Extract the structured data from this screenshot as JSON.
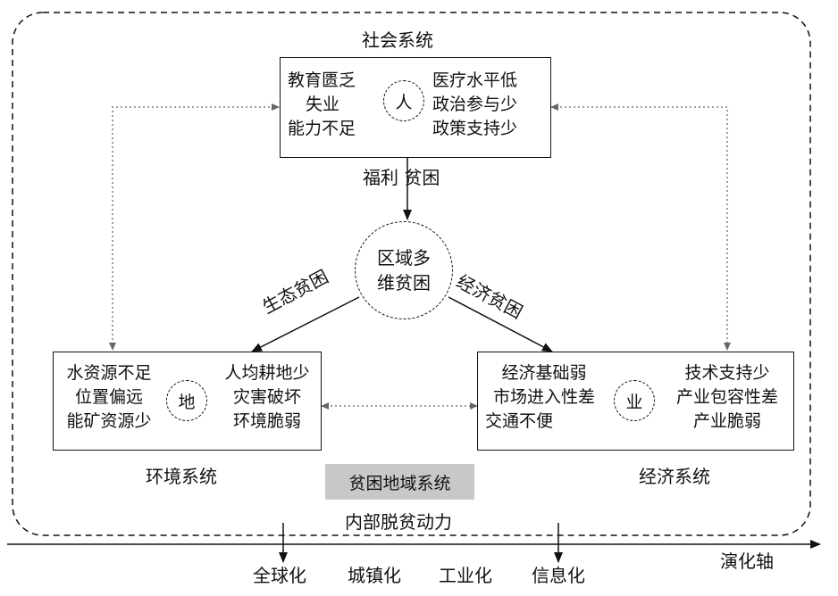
{
  "frame_label": "社会系统",
  "people": {
    "left": [
      "教育匮乏",
      "失业",
      "能力不足"
    ],
    "center": "人",
    "right": [
      "医疗水平低",
      "政治参与少",
      "政策支持少"
    ]
  },
  "welfare_poverty_parts": [
    "福利",
    "贫困"
  ],
  "hub": {
    "line1": "区域多",
    "line2": "维贫困"
  },
  "ecological_poverty": "生态贫困",
  "economic_poverty": "经济贫困",
  "land": {
    "left": [
      "水资源不足",
      "位置偏远",
      "能矿资源少"
    ],
    "center": "地",
    "right": [
      "人均耕地少",
      "灾害破坏",
      "环境脆弱"
    ]
  },
  "industry": {
    "left": [
      "经济基础弱",
      "市场进入性差",
      "交通不便"
    ],
    "center": "业",
    "right": [
      "技术支持少",
      "产业包容性差",
      "产业脆弱"
    ]
  },
  "environment_system": "环境系统",
  "economic_system": "经济系统",
  "poor_region_system": "贫困地域系统",
  "internal_force": "内部脱贫动力",
  "evolution_axis": "演化轴",
  "drivers": [
    "全球化",
    "城镇化",
    "工业化",
    "信息化"
  ]
}
